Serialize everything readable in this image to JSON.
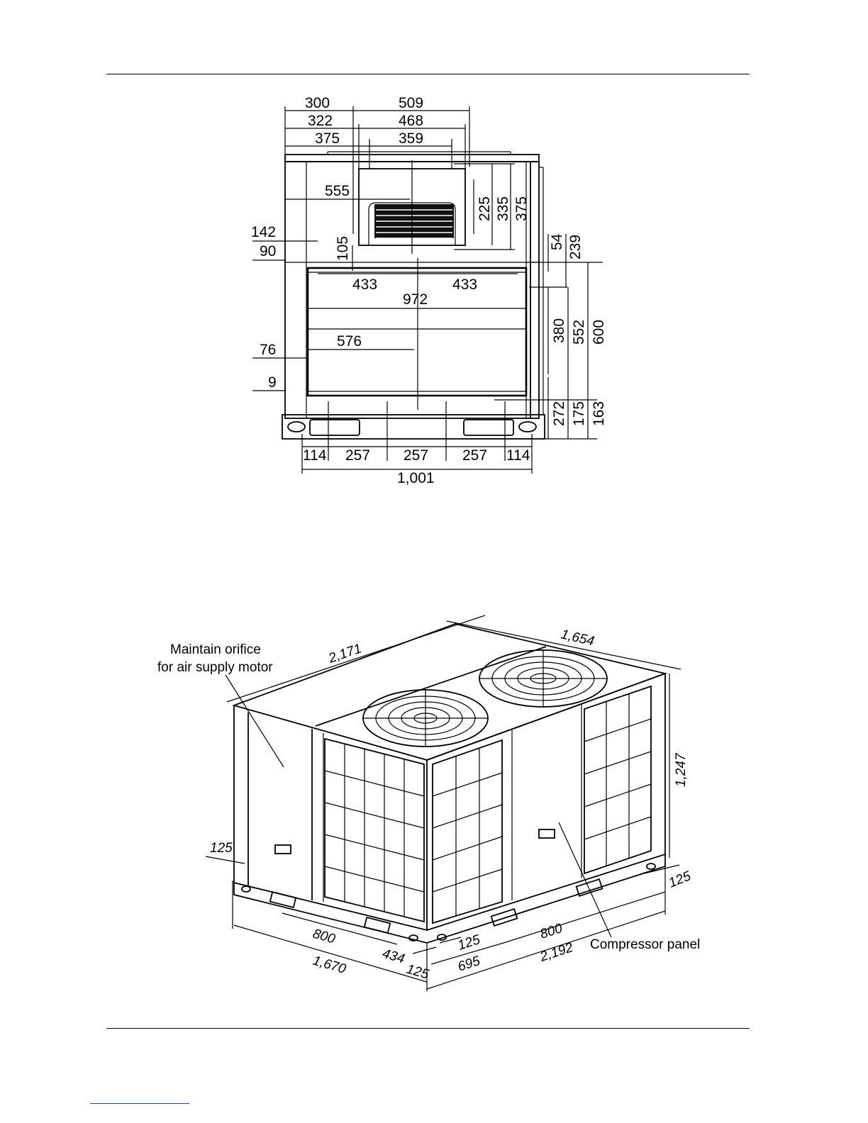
{
  "front_view": {
    "dims_top": [
      "300",
      "509",
      "322",
      "468",
      "375",
      "359"
    ],
    "dims_inner": [
      "555",
      "142",
      "90",
      "105",
      "433",
      "433",
      "972",
      "576",
      "76",
      "9"
    ],
    "dims_right": [
      "225",
      "335",
      "375",
      "54",
      "239",
      "380",
      "552",
      "600",
      "272",
      "175",
      "163"
    ],
    "dims_bottom": [
      "114",
      "257",
      "257",
      "257",
      "114",
      "1,001"
    ]
  },
  "iso_view": {
    "callouts": {
      "orifice_line1": "Maintain orifice",
      "orifice_line2": "for air supply motor",
      "compressor": "Compressor panel"
    },
    "dims": [
      "2,171",
      "1,654",
      "1,247",
      "125",
      "125",
      "800",
      "434",
      "125",
      "1,670",
      "125",
      "695",
      "800",
      "2,192"
    ]
  },
  "colors": {
    "line": "#000000",
    "link": "#2a3fb0"
  }
}
